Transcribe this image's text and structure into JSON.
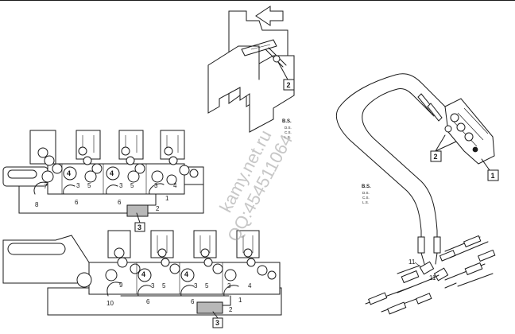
{
  "watermark": {
    "line1": "kamy.net.ru",
    "line2": "QQ:454511064"
  },
  "legend_top": {
    "title": "B.S.",
    "lines": [
      "D.S.",
      "C.S.",
      "L.S."
    ]
  },
  "legend_right": {
    "title": "B.S.",
    "lines": [
      "D.S.",
      "C.S.",
      "L.S."
    ]
  },
  "callouts": {
    "c1": "1",
    "c2": "2",
    "c2b": "2",
    "c3a": "3",
    "c3b": "3"
  },
  "labels_upper": {
    "n4a": "4",
    "n3a": "3",
    "n5a": "5",
    "n4b": "4",
    "n3b": "3",
    "n5b": "5",
    "n3c": "3",
    "n4c": "4",
    "n7": "7",
    "n8": "8",
    "n6a": "6",
    "n6b": "6",
    "n2": "2",
    "n1": "1"
  },
  "labels_lower": {
    "n9": "9",
    "n4a": "4",
    "n3a": "3",
    "n5a": "5",
    "n4b": "4",
    "n3b": "3",
    "n5b": "5",
    "n3c": "3",
    "n4c": "4",
    "n10": "10",
    "n6a": "6",
    "n6b": "6",
    "n1": "1",
    "n2": "2"
  },
  "labels_right": {
    "n11": "11",
    "n12": "11"
  }
}
